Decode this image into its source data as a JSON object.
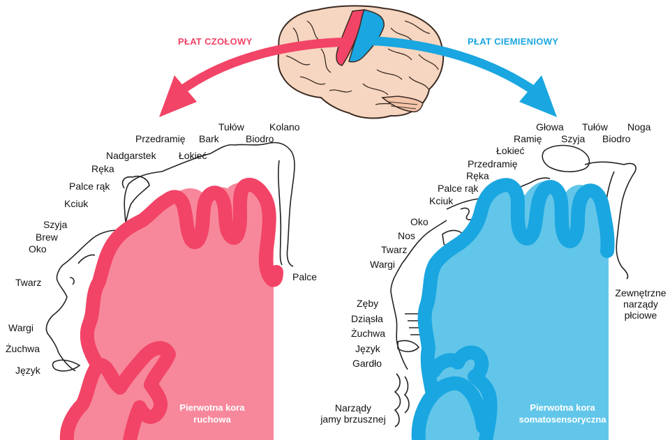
{
  "colors": {
    "motor": "#f24466",
    "motor_fill": "#f7889c",
    "sensory": "#1aa6e0",
    "sensory_fill": "#62c6ea",
    "brain": "#f6d6c0"
  },
  "lobes": {
    "frontal": "PŁAT CZOŁOWY",
    "parietal": "PŁAT CIEMIENIOWY"
  },
  "motor": {
    "title_line1": "Pierwotna kora",
    "title_line2": "ruchowa",
    "labels": [
      "Kolano",
      "Tułów",
      "Biodro",
      "Bark",
      "Przedramię",
      "Łokieć",
      "Nadgarstek",
      "Ręka",
      "Palce rąk",
      "Kciuk",
      "Szyja",
      "Brew",
      "Oko",
      "Twarz",
      "Wargi",
      "Żuchwa",
      "Język",
      "Palce"
    ]
  },
  "sensory": {
    "title_line1": "Pierwotna kora",
    "title_line2": "somatosensoryczna",
    "labels": [
      "Głowa",
      "Tułów",
      "Noga",
      "Ramię",
      "Szyja",
      "Biodro",
      "Łokieć",
      "Przedramię",
      "Ręka",
      "Palce rąk",
      "Kciuk",
      "Oko",
      "Nos",
      "Twarz",
      "Wargi",
      "Zęby",
      "Dziąsła",
      "Żuchwa",
      "Język",
      "Gardło"
    ],
    "genitals": [
      "Zewnętrzne",
      "narządy",
      "płciowe"
    ],
    "abdominal": [
      "Narządy",
      "jamy brzusznej"
    ]
  }
}
